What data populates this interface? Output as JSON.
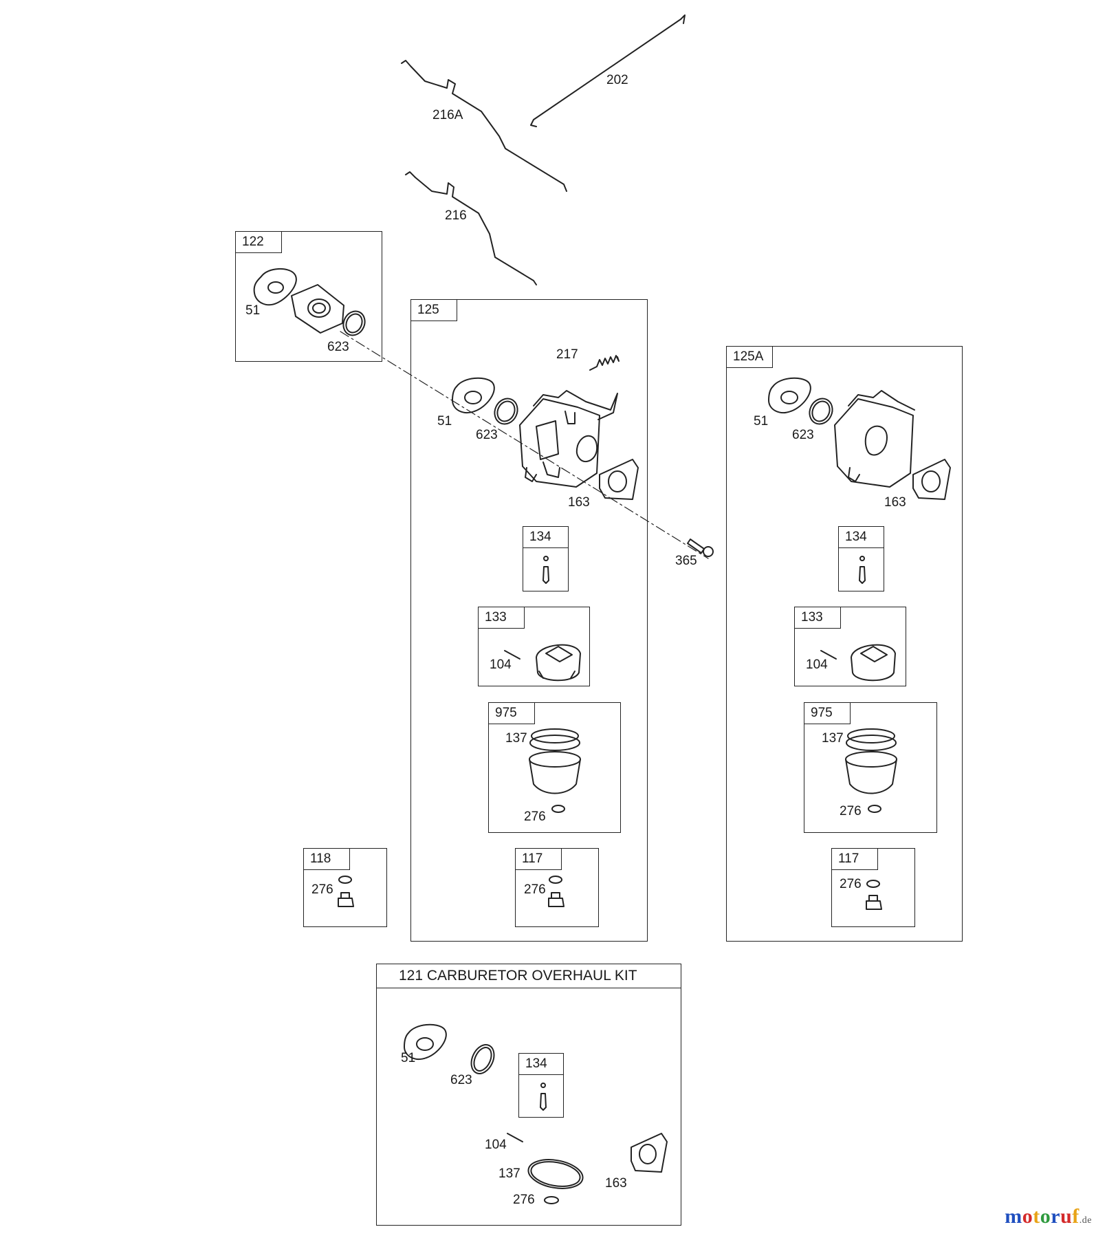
{
  "rods": {
    "throttle_link": "202",
    "governor_link_a": "216A",
    "governor_link": "216"
  },
  "adapter_kit": {
    "number": "122",
    "gasket": "51",
    "o_ring": "623"
  },
  "carb_kit": {
    "number": "125",
    "spring": "217",
    "gasket": "51",
    "o_ring": "623",
    "gasket_2": "163",
    "needle_kit": "134",
    "float_kit": "133",
    "hinge_pin": "104",
    "bowl_kit": "975",
    "bowl_gasket": "137",
    "washer": "276",
    "nut_kit": "117",
    "nut_washer": "276"
  },
  "screw": "365",
  "carb_kit_a": {
    "number": "125A",
    "gasket": "51",
    "o_ring": "623",
    "gasket_2": "163",
    "needle_kit": "134",
    "float_kit": "133",
    "hinge_pin": "104",
    "bowl_kit": "975",
    "bowl_gasket": "137",
    "washer": "276",
    "nut_kit": "117",
    "nut_washer": "276"
  },
  "bowl_nut_kit": {
    "number": "118",
    "washer": "276"
  },
  "overhaul_kit": {
    "title": "121 CARBURETOR OVERHAUL KIT",
    "gasket": "51",
    "o_ring": "623",
    "needle_kit": "134",
    "hinge_pin": "104",
    "bowl_gasket": "137",
    "gasket_2": "163",
    "washer": "276"
  },
  "logo": {
    "main": "motoruf",
    "suffix": ".de"
  },
  "colors": {
    "line": "#222222",
    "logo": [
      "#1f4fbf",
      "#d42a2a",
      "#e8a317",
      "#2e9a3e"
    ]
  }
}
